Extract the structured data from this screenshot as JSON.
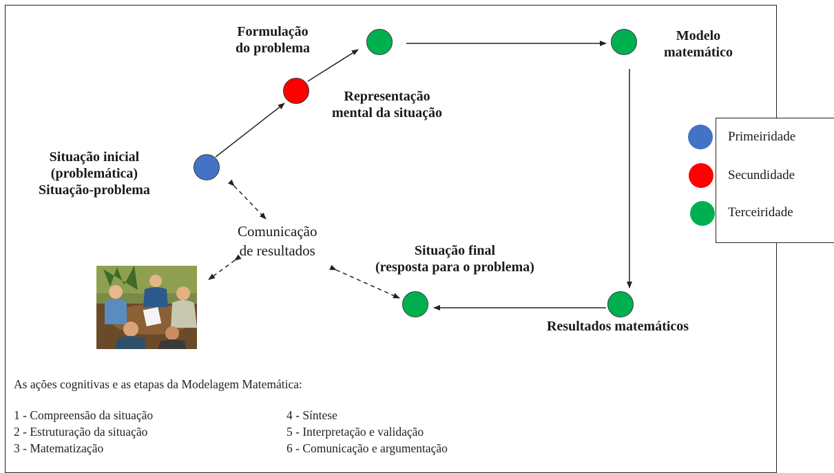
{
  "colors": {
    "primeiridade": "#4472c4",
    "secundidade": "#ff0000",
    "terceiridade": "#00b050"
  },
  "labels": {
    "formulacao": [
      "Formulação",
      "do problema"
    ],
    "modelo": [
      "Modelo",
      "matemático"
    ],
    "representacao": [
      "Representação",
      "mental da situação"
    ],
    "situacao_inicial": [
      "Situação inicial",
      "(problemática)",
      "Situação-problema"
    ],
    "comunicacao": [
      "Comunicação",
      "de resultados"
    ],
    "situacao_final": [
      "Situação final",
      "(resposta para o problema)"
    ],
    "resultados": "Resultados matemáticos"
  },
  "legend": {
    "items": [
      {
        "label": "Primeiridade",
        "color": "#4472c4"
      },
      {
        "label": "Secundidade",
        "color": "#ff0000"
      },
      {
        "label": "Terceiridade",
        "color": "#00b050"
      }
    ]
  },
  "footer": {
    "caption": "As ações cognitivas e as etapas da Modelagem Matemática:",
    "steps": [
      "1 - Compreensão da situação",
      "2 - Estruturação da situação",
      "3 - Matematização",
      "4 - Síntese",
      "5 - Interpretação e validação",
      "6 - Comunicação e argumentação"
    ]
  },
  "icons": {
    "meeting_clipart": "office-meeting-icon"
  }
}
